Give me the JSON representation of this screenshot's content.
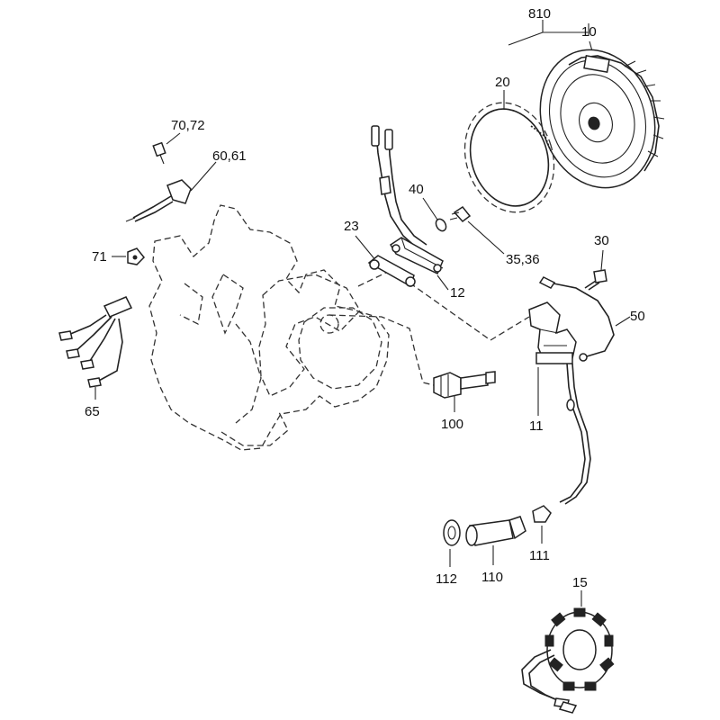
{
  "diagram": {
    "labels": {
      "p810": "810",
      "p10": "10",
      "p20": "20",
      "p70_72": "70,72",
      "p60_61": "60,61",
      "p40": "40",
      "p23": "23",
      "p35_36": "35,36",
      "p12": "12",
      "p30": "30",
      "p71": "71",
      "p50": "50",
      "p65": "65",
      "p100": "100",
      "p11": "11",
      "p112": "112",
      "p110": "110",
      "p111": "111",
      "p15": "15"
    }
  }
}
